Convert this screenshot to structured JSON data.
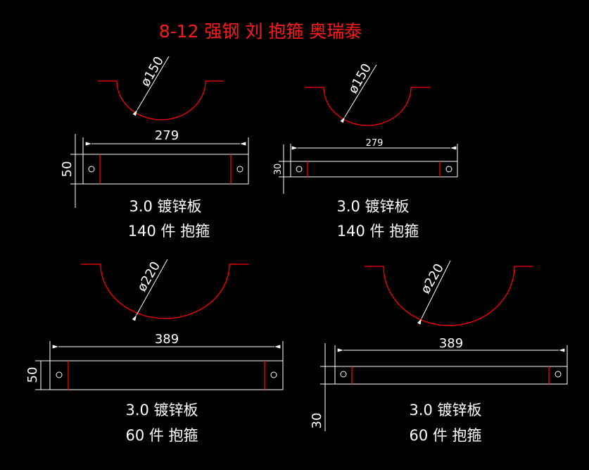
{
  "title": "8-12 强钢 刘 抱箍 奥瑞泰",
  "colors": {
    "background": "#000000",
    "line": "#ffffff",
    "accent": "#ff0000"
  },
  "drawings": [
    {
      "diameter": "ø150",
      "length": "279",
      "width": "50",
      "material": "3.0 镀锌板",
      "quantity": "140 件 抱箍"
    },
    {
      "diameter": "ø150",
      "length": "279",
      "width": "30",
      "material": "3.0 镀锌板",
      "quantity": "140 件 抱箍"
    },
    {
      "diameter": "ø220",
      "length": "389",
      "width": "50",
      "material": "3.0 镀锌板",
      "quantity": "60 件 抱箍"
    },
    {
      "diameter": "ø220",
      "length": "389",
      "width": "30",
      "material": "3.0 镀锌板",
      "quantity": "60 件 抱箍"
    }
  ]
}
